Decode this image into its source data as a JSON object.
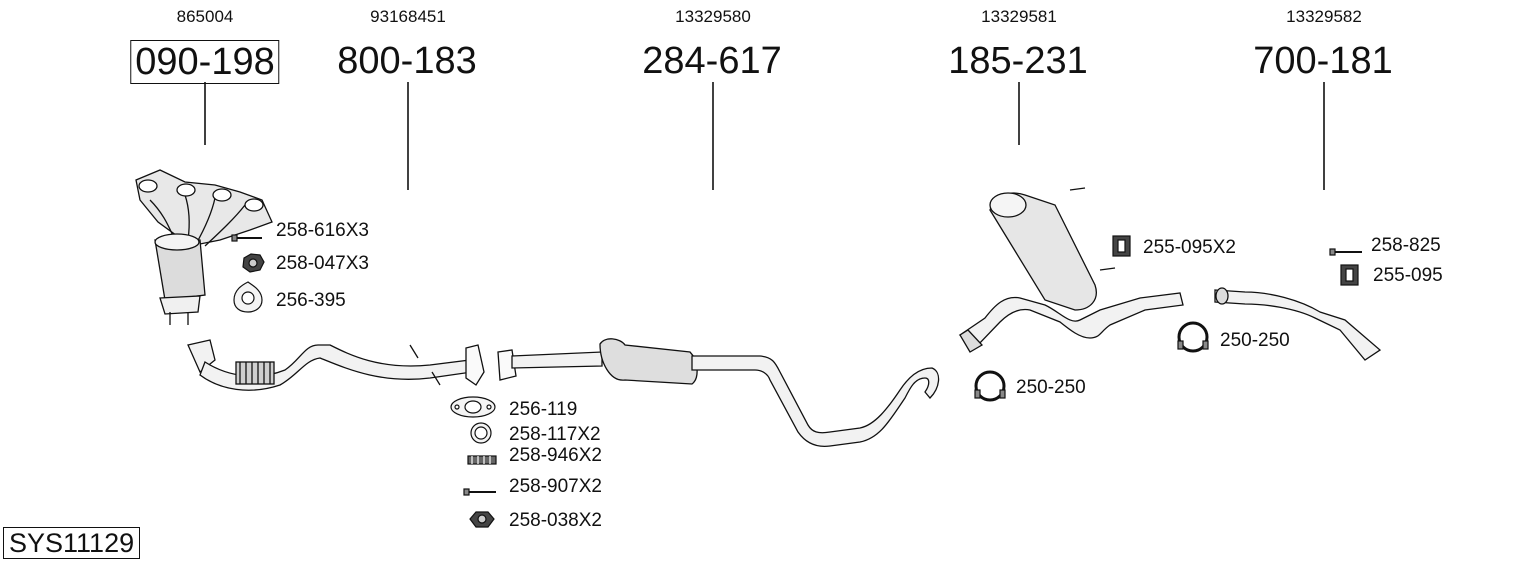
{
  "oem_numbers": [
    "865004",
    "93168451",
    "13329580",
    "13329581",
    "13329582"
  ],
  "main_parts": [
    "090-198",
    "800-183",
    "284-617",
    "185-231",
    "700-181"
  ],
  "accessories": {
    "a1": "258-616X3",
    "a2": "258-047X3",
    "a3": "256-395",
    "a4": "256-119",
    "a5": "258-117X2",
    "a6": "258-946X2",
    "a7": "258-907X2",
    "a8": "258-038X2",
    "a9": "250-250",
    "a10": "255-095X2",
    "a11": "258-825",
    "a12": "255-095",
    "a13": "250-250"
  },
  "system_number": "SYS11129"
}
